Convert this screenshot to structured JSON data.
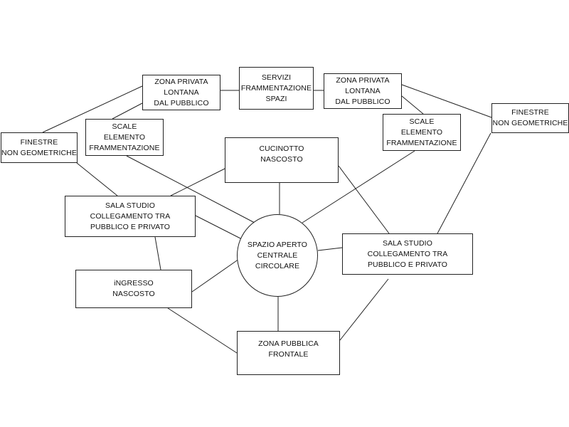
{
  "diagram": {
    "nodes": [
      {
        "id": "zona-privata-left",
        "lines": [
          "ZONA PRIVATA",
          "LONTANA",
          "DAL PUBBLICO"
        ]
      },
      {
        "id": "servizi",
        "lines": [
          "SERVIZI",
          "FRAMMENTAZIONE",
          "SPAZI"
        ]
      },
      {
        "id": "zona-privata-right",
        "lines": [
          "ZONA PRIVATA",
          "LONTANA",
          "DAL PUBBLICO"
        ]
      },
      {
        "id": "finestre-right",
        "lines": [
          "FINESTRE",
          "NON GEOMETRICHE"
        ]
      },
      {
        "id": "scale-right",
        "lines": [
          "SCALE",
          "ELEMENTO",
          "FRAMMENTAZIONE"
        ]
      },
      {
        "id": "scale-left",
        "lines": [
          "SCALE",
          "ELEMENTO",
          "FRAMMENTAZIONE"
        ]
      },
      {
        "id": "finestre-left",
        "lines": [
          "FINESTRE",
          "NON GEOMETRICHE"
        ]
      },
      {
        "id": "cucinotto",
        "lines": [
          "CUCINOTTO",
          "NASCOSTO"
        ]
      },
      {
        "id": "sala-studio-left",
        "lines": [
          "SALA STUDIO",
          "COLLEGAMENTO TRA",
          "PUBBLICO E PRIVATO"
        ]
      },
      {
        "id": "spazio-aperto",
        "lines": [
          "SPAZIO APERTO",
          "CENTRALE",
          "CIRCOLARE"
        ]
      },
      {
        "id": "sala-studio-right",
        "lines": [
          "SALA STUDIO",
          "COLLEGAMENTO TRA",
          "PUBBLICO E PRIVATO"
        ]
      },
      {
        "id": "ingresso",
        "lines": [
          "iNGRESSO",
          "NASCOSTO"
        ]
      },
      {
        "id": "zona-pubblica",
        "lines": [
          "ZONA PUBBLICA",
          "FRONTALE"
        ]
      }
    ],
    "edges": [
      [
        "zona-privata-left",
        "servizi"
      ],
      [
        "servizi",
        "zona-privata-right"
      ],
      [
        "zona-privata-left",
        "finestre-left"
      ],
      [
        "zona-privata-left",
        "scale-left"
      ],
      [
        "zona-privata-right",
        "scale-right"
      ],
      [
        "zona-privata-right",
        "finestre-right"
      ],
      [
        "finestre-left",
        "sala-studio-left"
      ],
      [
        "scale-left",
        "spazio-aperto"
      ],
      [
        "scale-right",
        "spazio-aperto"
      ],
      [
        "finestre-right",
        "sala-studio-right"
      ],
      [
        "cucinotto",
        "spazio-aperto"
      ],
      [
        "cucinotto",
        "sala-studio-left"
      ],
      [
        "cucinotto",
        "sala-studio-right"
      ],
      [
        "sala-studio-left",
        "spazio-aperto"
      ],
      [
        "sala-studio-left",
        "ingresso"
      ],
      [
        "sala-studio-right",
        "spazio-aperto"
      ],
      [
        "sala-studio-right",
        "zona-pubblica"
      ],
      [
        "ingresso",
        "spazio-aperto"
      ],
      [
        "ingresso",
        "zona-pubblica"
      ],
      [
        "spazio-aperto",
        "zona-pubblica"
      ]
    ]
  },
  "colors": {
    "line": "#222222",
    "background": "#ffffff",
    "text": "#111111"
  }
}
